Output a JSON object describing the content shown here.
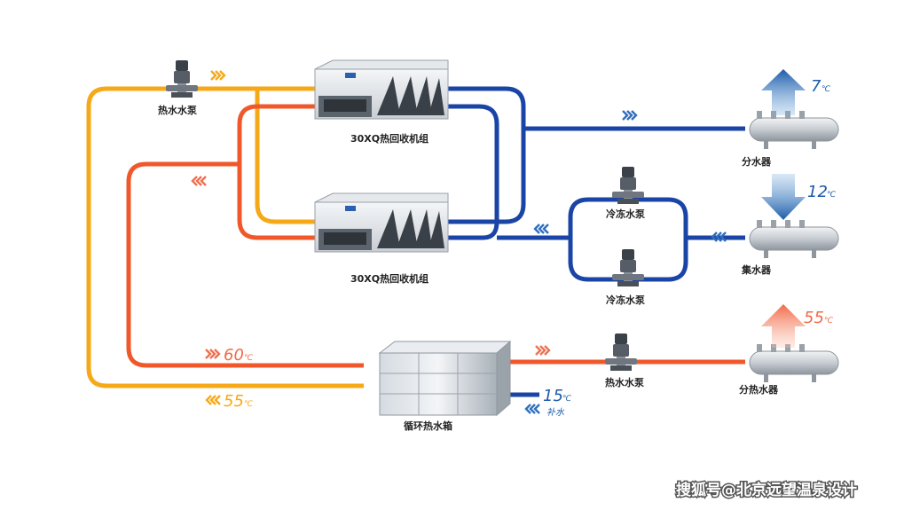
{
  "colors": {
    "hot_orange": "#f0582c",
    "warm_yellow": "#f5a918",
    "cold_blue": "#1a45a6",
    "arrow_blue": "#2f6fbf",
    "arrow_red": "#f07050"
  },
  "labels": {
    "pump_top": "热水水泵",
    "chiller_top": "30XQ热回收机组",
    "chiller_bottom": "30XQ热回收机组",
    "chill_pump_top": "冷冻水泵",
    "chill_pump_bottom": "冷冻水泵",
    "supply_header": "分水器",
    "return_header": "集水器",
    "hot_pump": "热水水泵",
    "hot_header": "分热水器",
    "tank": "循环热水箱",
    "makeup": "补水"
  },
  "temps": {
    "supply": "7",
    "return": "12",
    "hot_out": "55",
    "loop_60": "60",
    "loop_55": "55",
    "makeup": "15",
    "unit": "℃"
  },
  "icons": {
    "chevron": "double-chevron-icon",
    "arrow_up": "arrow-up-icon",
    "arrow_down": "arrow-down-icon"
  },
  "watermark": "搜狐号@北京远望温泉设计"
}
